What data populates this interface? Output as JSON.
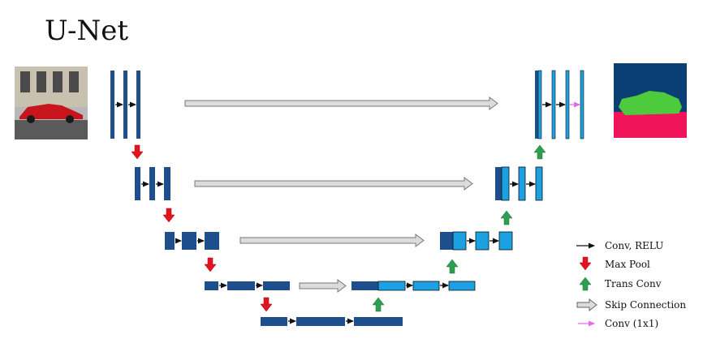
{
  "title": "U-Net",
  "colors": {
    "encoder_block": "#1F4E8C",
    "decoder_block": "#1BA1E2",
    "max_pool_arrow": "#E0151F",
    "trans_conv_arrow": "#2E9E4F",
    "conv_1x1_arrow": "#E46BE6",
    "skip_connection_fill": "#DCDCDC",
    "output_background": "#0A3F73",
    "output_road": "#F0145A",
    "output_car": "#4ECB3C"
  },
  "input_image": {
    "icon": "red-car-photo-icon"
  },
  "output_image": {
    "icon": "segmentation-mask-icon"
  },
  "legend": [
    {
      "id": "conv-relu",
      "label": "Conv, RELU",
      "icon": "black-arrow-icon"
    },
    {
      "id": "max-pool",
      "label": "Max Pool",
      "icon": "red-down-arrow-icon"
    },
    {
      "id": "trans-conv",
      "label": "Trans Conv",
      "icon": "green-up-arrow-icon"
    },
    {
      "id": "skip-connection",
      "label": "Skip Connection",
      "icon": "gray-hollow-arrow-icon"
    },
    {
      "id": "conv-1x1",
      "label": "Conv (1x1)",
      "icon": "magenta-arrow-icon"
    }
  ]
}
